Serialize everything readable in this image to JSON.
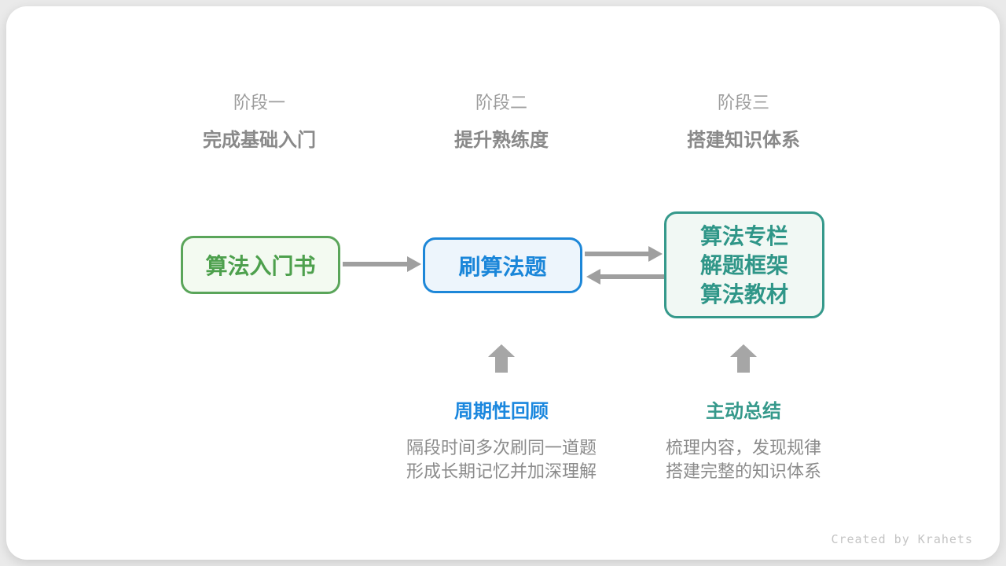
{
  "palette": {
    "background": "#eaeaea",
    "card": "#ffffff",
    "green_border": "#5aa55a",
    "green_fill": "#f3faf1",
    "green_text": "#4da04d",
    "blue_border": "#1d87d8",
    "blue_fill": "#edf5fc",
    "blue_text": "#1a86d9",
    "teal_border": "#35998b",
    "teal_fill": "#f1f8f4",
    "teal_text": "#2f9688",
    "arrow_gray": "#9f9f9f",
    "block_arrow_gray": "#a6a6a6",
    "header_gray": "#9d9d9d",
    "header_bold_gray": "#898989",
    "desc_gray": "#8b8b8b",
    "credit_gray": "#c4c4c4"
  },
  "stages": [
    {
      "label": "阶段一",
      "title": "完成基础入门"
    },
    {
      "label": "阶段二",
      "title": "提升熟练度"
    },
    {
      "label": "阶段三",
      "title": "搭建知识体系"
    }
  ],
  "nodes": {
    "intro_book": {
      "text": "算法入门书"
    },
    "practice": {
      "text": "刷算法题"
    },
    "resources": {
      "lines": [
        "算法专栏",
        "解题框架",
        "算法教材"
      ]
    }
  },
  "annotations": {
    "review": {
      "title": "周期性回顾",
      "lines": [
        "隔段时间多次刷同一道题",
        "形成长期记忆并加深理解"
      ]
    },
    "summarize": {
      "title": "主动总结",
      "lines": [
        "梳理内容，发现规律",
        "搭建完整的知识体系"
      ]
    }
  },
  "credit": "Created by Krahets"
}
